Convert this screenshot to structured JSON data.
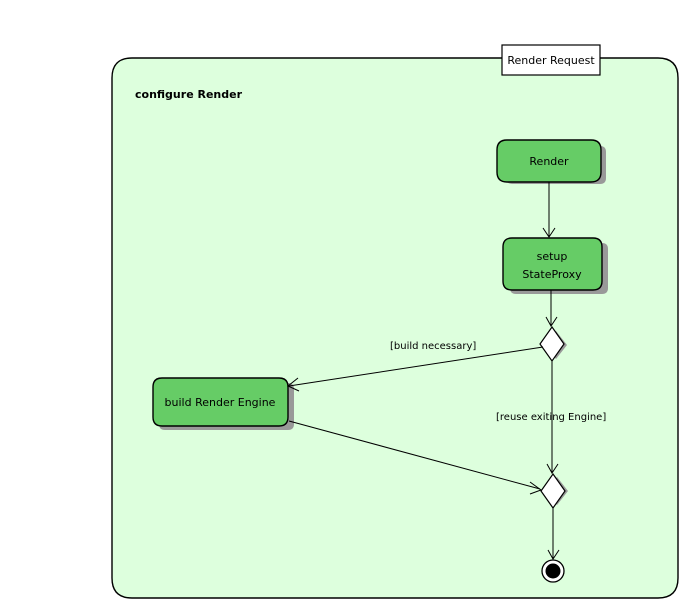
{
  "diagram": {
    "type": "uml-activity-diagram",
    "frame": {
      "title": "configure Render",
      "fill_color": "#DDFFDD",
      "border_color": "#000000"
    },
    "entry_port": {
      "label": "Render Request",
      "fill_color": "#FFFFFF"
    },
    "palette": {
      "action_fill": "#66CC66",
      "action_border": "#000000",
      "shadow": "#999999",
      "decision_fill": "#FFFFFF",
      "final_node": "#000000"
    },
    "actions": [
      {
        "id": "render",
        "label": "Render"
      },
      {
        "id": "setup-stateproxy",
        "label_line1": "setup",
        "label_line2": "StateProxy"
      },
      {
        "id": "build-render-engine",
        "label": "build Render Engine"
      }
    ],
    "decisions": [
      {
        "id": "decision-build",
        "shape": "diamond"
      },
      {
        "id": "merge-engine",
        "shape": "diamond"
      }
    ],
    "guards": [
      {
        "id": "guard-build-necessary",
        "label": "[build necessary]"
      },
      {
        "id": "guard-reuse-engine",
        "label": "[reuse exiting Engine]"
      }
    ],
    "final": {
      "id": "activity-final",
      "label": ""
    },
    "edges": [
      {
        "from": "render",
        "to": "setup-stateproxy",
        "guard": ""
      },
      {
        "from": "setup-stateproxy",
        "to": "decision-build",
        "guard": ""
      },
      {
        "from": "decision-build",
        "to": "build-render-engine",
        "guard": "[build necessary]"
      },
      {
        "from": "decision-build",
        "to": "merge-engine",
        "guard": "[reuse exiting Engine]"
      },
      {
        "from": "build-render-engine",
        "to": "merge-engine",
        "guard": ""
      },
      {
        "from": "merge-engine",
        "to": "activity-final",
        "guard": ""
      }
    ]
  }
}
